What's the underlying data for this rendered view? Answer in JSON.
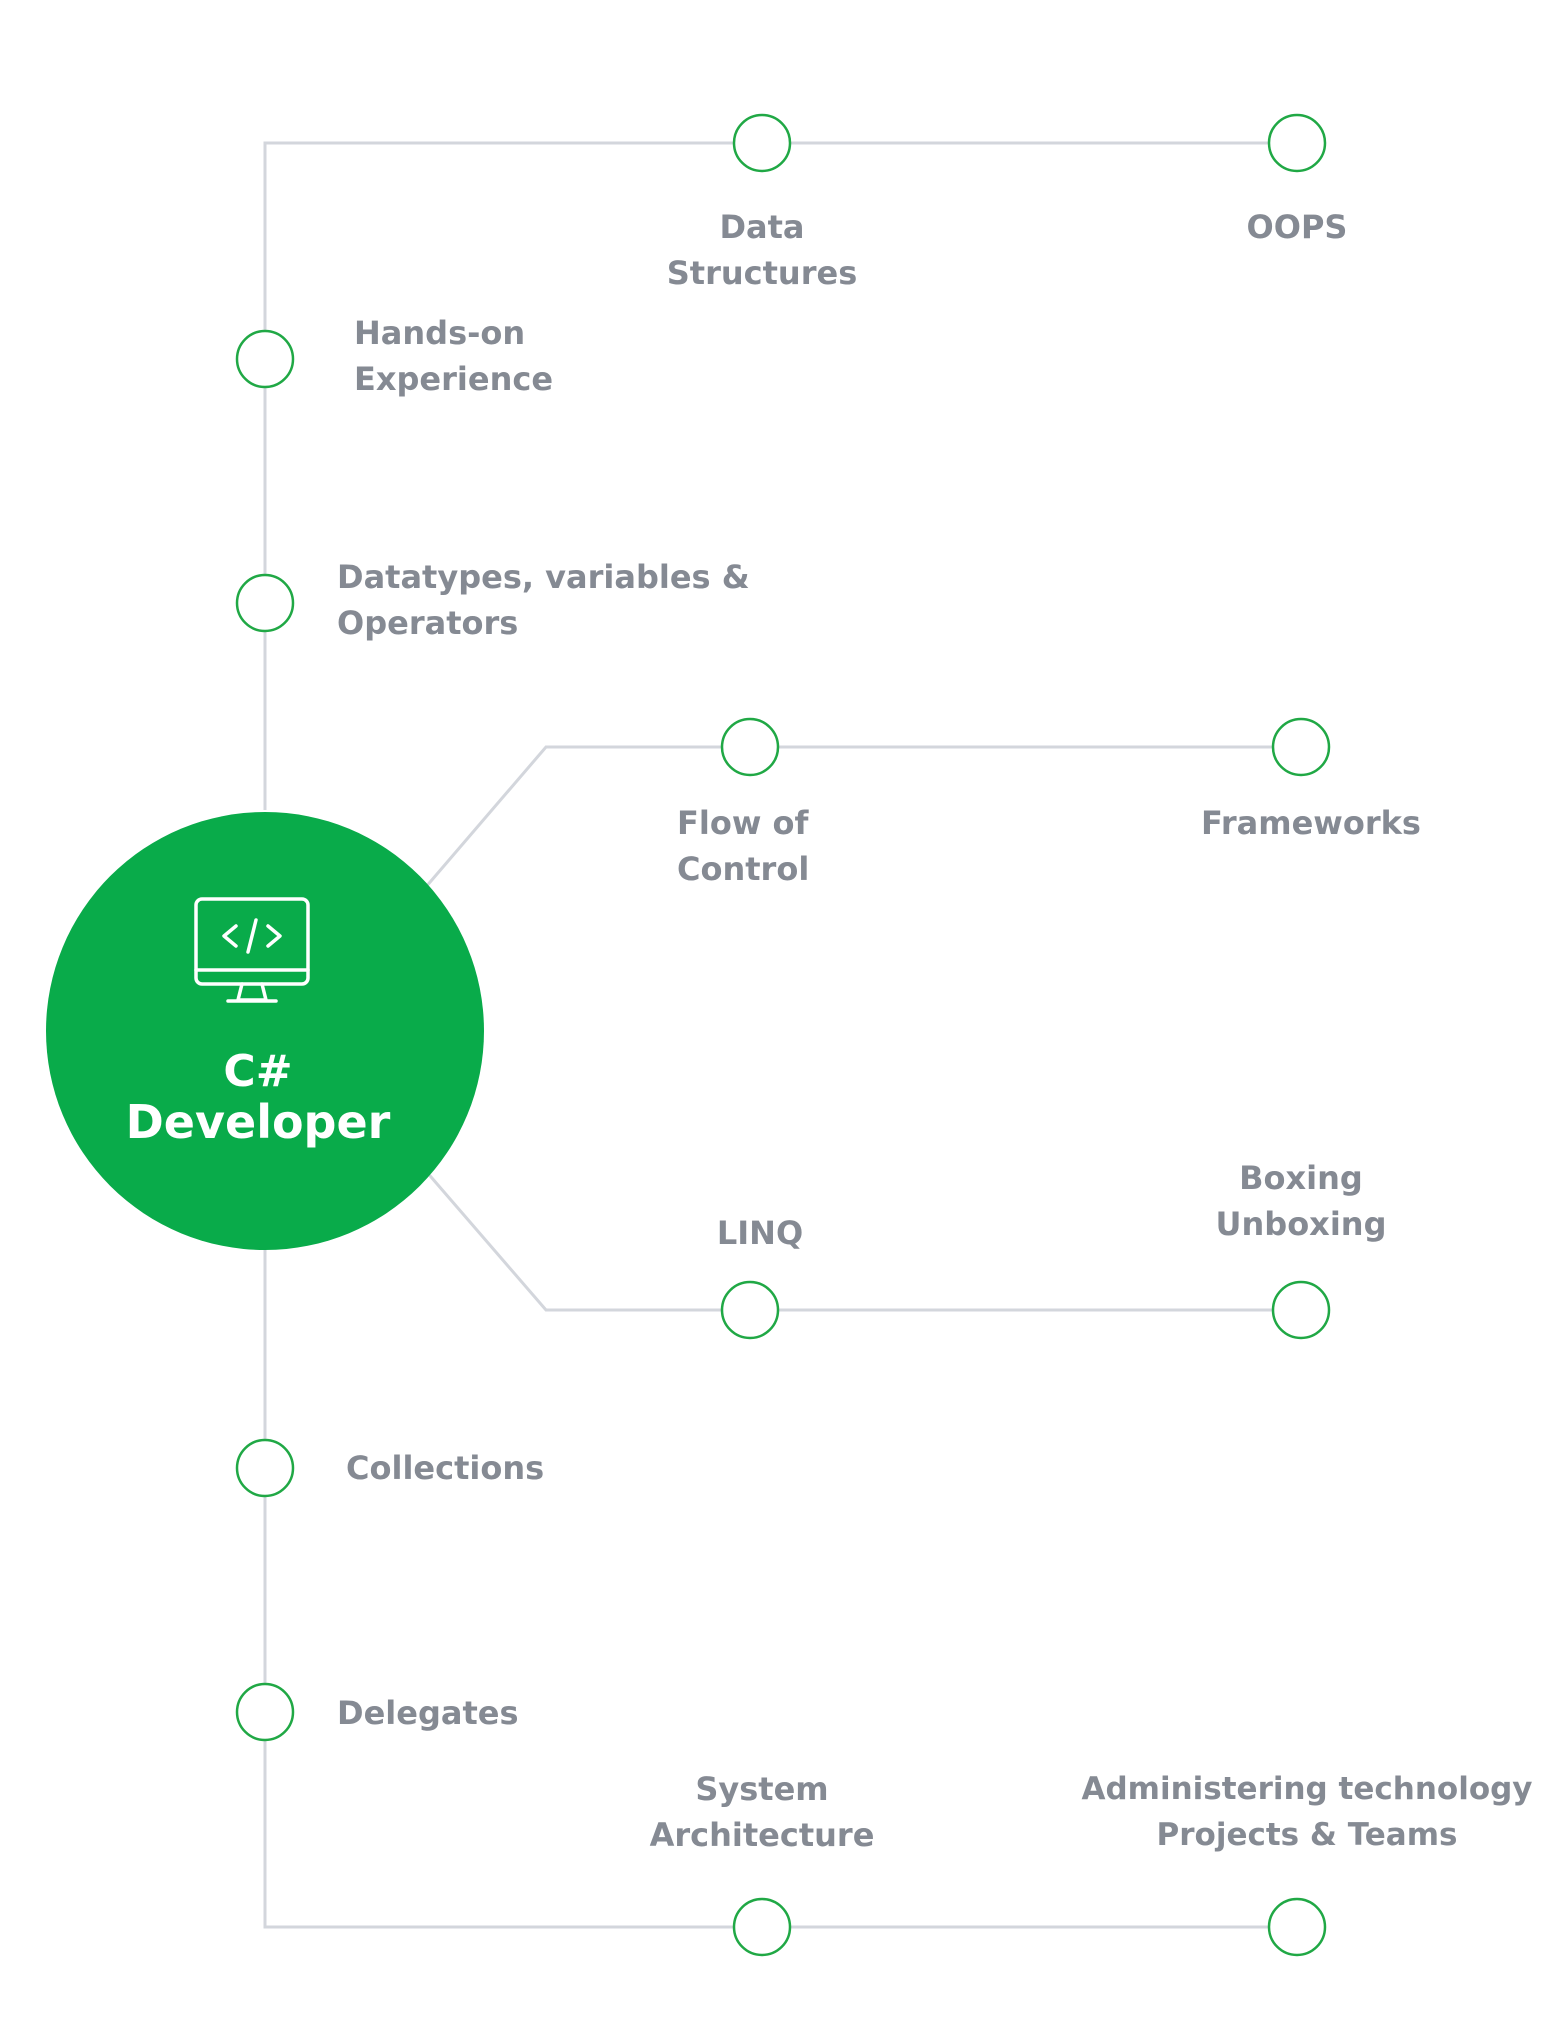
{
  "center": {
    "title_line1": "C#",
    "title_line2": "Developer",
    "icon": "code-monitor-icon",
    "color": "#09ab4a"
  },
  "colors": {
    "line": "#d3d6dc",
    "node_stroke": "#20a845",
    "label": "#858a93"
  },
  "nodes": {
    "data_structures": {
      "line1": "Data",
      "line2": "Structures"
    },
    "oops": {
      "line1": "OOPS"
    },
    "hands_on": {
      "line1": "Hands-on",
      "line2": "Experience"
    },
    "datatypes": {
      "line1": "Datatypes, variables &",
      "line2": "Operators"
    },
    "flow_control": {
      "line1": "Flow of",
      "line2": "Control"
    },
    "frameworks": {
      "line1": "Frameworks"
    },
    "linq": {
      "line1": "LINQ"
    },
    "boxing": {
      "line1": "Boxing",
      "line2": "Unboxing"
    },
    "collections": {
      "line1": "Collections"
    },
    "delegates": {
      "line1": "Delegates"
    },
    "system_arch": {
      "line1": "System",
      "line2": "Architecture"
    },
    "administering": {
      "line1": "Administering technology",
      "line2": "Projects & Teams"
    }
  }
}
